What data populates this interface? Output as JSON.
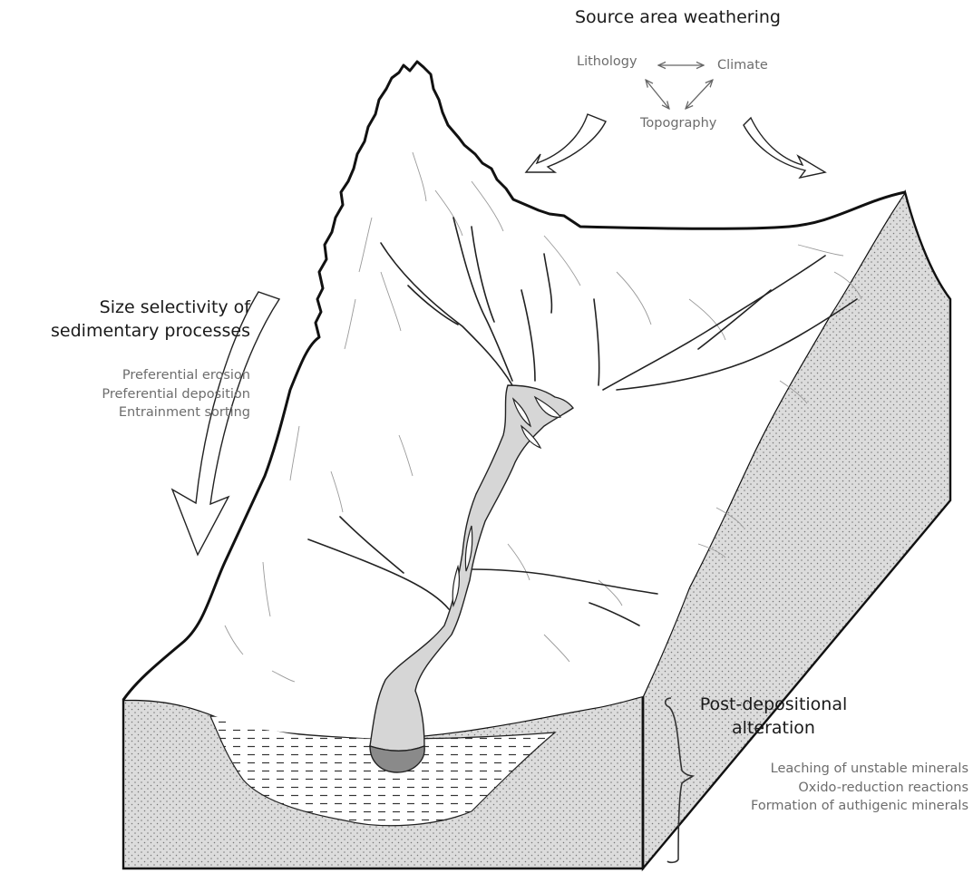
{
  "source_weathering": {
    "title": "Source area weathering",
    "factors": [
      "Lithology",
      "Climate",
      "Topography"
    ]
  },
  "size_selectivity": {
    "title": "Size selectivity of sedimentary processes",
    "items": [
      "Preferential erosion",
      "Preferential deposition",
      "Entrainment sorting"
    ]
  },
  "post_depositional": {
    "title": "Post-depositional alteration",
    "items": [
      "Leaching of unstable minerals",
      "Oxido-reduction reactions",
      "Formation of authigenic minerals"
    ]
  },
  "colors": {
    "outline": "#111111",
    "sediment_fill": "#dedede",
    "river_fill": "#d4d4d4",
    "delta_fill": "#8a8a8a",
    "label_gray": "#6d6d6d"
  }
}
